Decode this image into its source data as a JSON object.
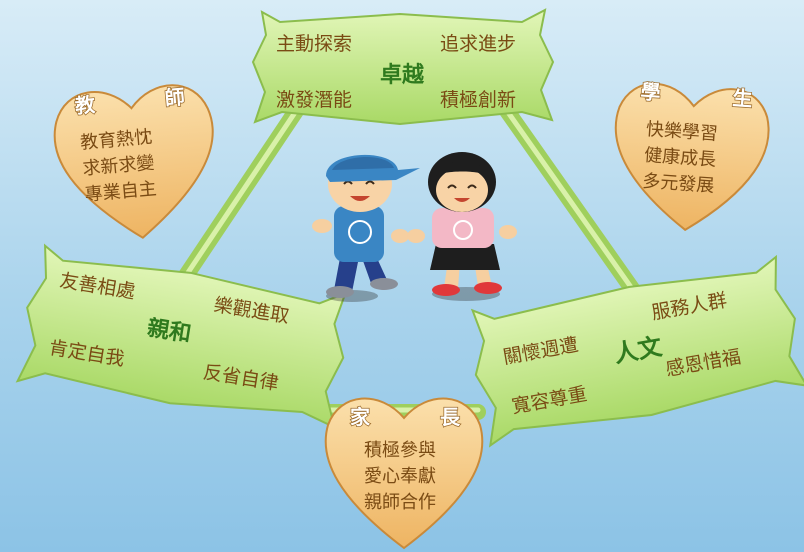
{
  "center": {
    "title": "卓越",
    "items": [
      "主動探索",
      "追求進步",
      "激發潛能",
      "積極創新"
    ]
  },
  "teacher": {
    "heading": [
      "教",
      "師"
    ],
    "items": [
      "教育熱忱",
      "求新求變",
      "專業自主"
    ]
  },
  "student": {
    "heading": [
      "學",
      "生"
    ],
    "items": [
      "快樂學習",
      "健康成長",
      "多元發展"
    ]
  },
  "parent": {
    "heading": [
      "家",
      "長"
    ],
    "items": [
      "積極參與",
      "愛心奉獻",
      "親師合作"
    ]
  },
  "left": {
    "title": "親和",
    "items": [
      "友善相處",
      "樂觀進取",
      "肯定自我",
      "反省自律"
    ]
  },
  "right": {
    "title": "人文",
    "items": [
      "服務人群",
      "關懷週遭",
      "寬容尊重",
      "感恩惜福"
    ]
  },
  "colors": {
    "banner_fill": "#c3e98a",
    "heart_fill": "#f6c980",
    "text_brown": "#7a4b14",
    "text_green": "#2f7a1e"
  }
}
